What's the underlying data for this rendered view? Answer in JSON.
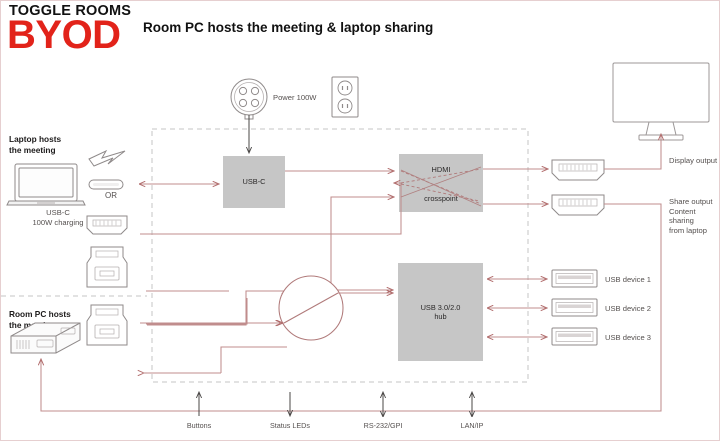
{
  "header": {
    "eyebrow": "TOGGLE ROOMS",
    "brand": "BYOD",
    "subtitle": "Room PC hosts the meeting\n& laptop sharing",
    "brand_color": "#E2231A"
  },
  "power": {
    "connector_icon": "4-pin-power-connector-icon",
    "label": "Power 100W",
    "outlet_icon": "wall-outlet-icon"
  },
  "left": {
    "laptop": {
      "title": "Laptop hosts\nthe meeting",
      "device_icon": "laptop-icon",
      "caption": "USB-C\n100W charging",
      "connectors": [
        {
          "icon": "thunderbolt-bolt-icon",
          "name": "thunderbolt-icon"
        },
        {
          "icon": "usb-c-port-icon",
          "name": "usb-c-connector-icon"
        },
        {
          "icon": "hdmi-port-icon",
          "name": "hdmi-connector-icon"
        },
        {
          "icon": "usb-b-port-icon",
          "name": "usb-b-connector-icon"
        }
      ],
      "or_label": "OR"
    },
    "roompc": {
      "title": "Room PC hosts\nthe meeting",
      "device_icon": "mini-pc-icon",
      "connectors": [
        {
          "icon": "usb-b-port-icon",
          "name": "usb-b-connector-icon"
        },
        {
          "icon": "hdmi-port-icon",
          "name": "hdmi-connector-icon"
        }
      ]
    }
  },
  "blocks": {
    "usbc": "USB-C",
    "hdmi_top": "HDMI",
    "hdmi_bottom": "crosspoint",
    "hub": "USB 3.0/2.0\nhub",
    "switch_icon": "usb-switch-circle-icon"
  },
  "right": {
    "monitor_icon": "desktop-monitor-icon",
    "outputs": [
      {
        "icon": "hdmi-port-icon",
        "label": "Display output"
      },
      {
        "icon": "hdmi-port-icon",
        "label": "Share output\nContent sharing\nfrom laptop"
      }
    ],
    "usb_devices": [
      {
        "icon": "usb-a-port-icon",
        "label": "USB device 1"
      },
      {
        "icon": "usb-a-port-icon",
        "label": "USB device 2"
      },
      {
        "icon": "usb-a-port-icon",
        "label": "USB device 3"
      }
    ]
  },
  "bottom_controls": [
    {
      "label": "Buttons",
      "arrow": "up"
    },
    {
      "label": "Status LEDs",
      "arrow": "down"
    },
    {
      "label": "RS-232/GPI",
      "arrow": "both"
    },
    {
      "label": "LAN/IP",
      "arrow": "both"
    }
  ],
  "colors": {
    "red": "#E2231A",
    "signal": "#c08d8d",
    "block_grey": "#c6c6c6",
    "outline": "#9c9797",
    "dash": "#bdbdbd",
    "text": "#55504f"
  }
}
